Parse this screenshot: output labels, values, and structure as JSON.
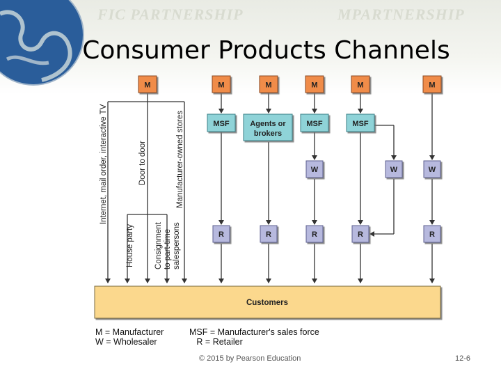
{
  "slide": {
    "title": "Consumer Products Channels",
    "banner_words": [
      "FIC PARTNERSHIP",
      "MPARTNERSHIP"
    ],
    "footer_copyright": "© 2015 by Pearson Education",
    "page_number": "12-6"
  },
  "diagram": {
    "labels": {
      "M": "M",
      "MSF": "MSF",
      "W": "W",
      "R": "R",
      "agents_line1": "Agents or",
      "agents_line2": "brokers",
      "customers": "Customers"
    },
    "direct_channels": {
      "internet": "Internet, mail order, interactive TV",
      "door": "Door to door",
      "mfr_stores": "Manufacturer-owned stores",
      "house_party": "House party",
      "consignment_line1": "Consignment",
      "consignment_line2": "to part-time",
      "consignment_line3": "salespersons"
    },
    "legend": {
      "m": "M = Manufacturer",
      "w": "W = Wholesaler",
      "msf": "MSF = Manufacturer's sales force",
      "r": "   R = Retailer"
    },
    "colors": {
      "manufacturer_box": "#f08c4a",
      "intermediary_box": "#8fd3d8",
      "retailer_box": "#b7b9de",
      "customers_box": "#fbd88d"
    }
  }
}
